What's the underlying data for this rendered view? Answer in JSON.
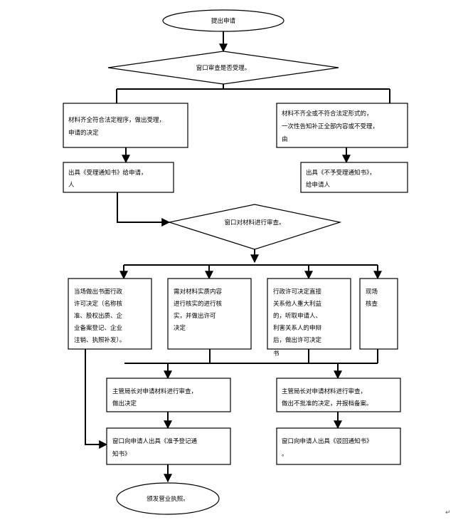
{
  "flowchart": {
    "start": "提出申请",
    "d1": "窗口审查是否受理。",
    "acc": [
      "材料齐全符合法定程序，做出受理，",
      "申请的决定"
    ],
    "rej": [
      "材料不齐全或不符合法定形式的，",
      "一次性告知补正全部内容或不受理，",
      "由"
    ],
    "acc_notice": [
      "出具《受理通知书》给申请，",
      "人"
    ],
    "rej_notice": [
      "出具《不予受理通知书》，",
      "给申请人"
    ],
    "d2": "窗口对材料进行审查。",
    "b1": [
      "当场做出书面行政",
      "许可决定（名称核",
      "准、股权出质、企",
      "业备案登记、企业",
      "注销、执照补发）。"
    ],
    "b2": [
      "需对材料实质内容",
      "进行核实的进行核",
      "实，并做出许可",
      "决定"
    ],
    "b3": [
      "行政许可决定直接",
      "关系他人重大利益",
      "的，听取申请人、",
      "利害关系人的申辩",
      "后，做出许可决定",
      "书"
    ],
    "b4": [
      "现场",
      "核查"
    ],
    "ok_review": [
      "主管局长对申请材料进行审查，",
      "做出决定"
    ],
    "deny_review": [
      "主管局长对申请材料进行审查，",
      "做出不批准的决定，并报档备案。"
    ],
    "grant": [
      "窗口向申请人出具《准予登记通",
      "知书》"
    ],
    "deny": [
      "窗口向申请人出具《驳回通知书》",
      "。"
    ],
    "end": "颁发营业执照。",
    "corner_mark": "↵"
  }
}
